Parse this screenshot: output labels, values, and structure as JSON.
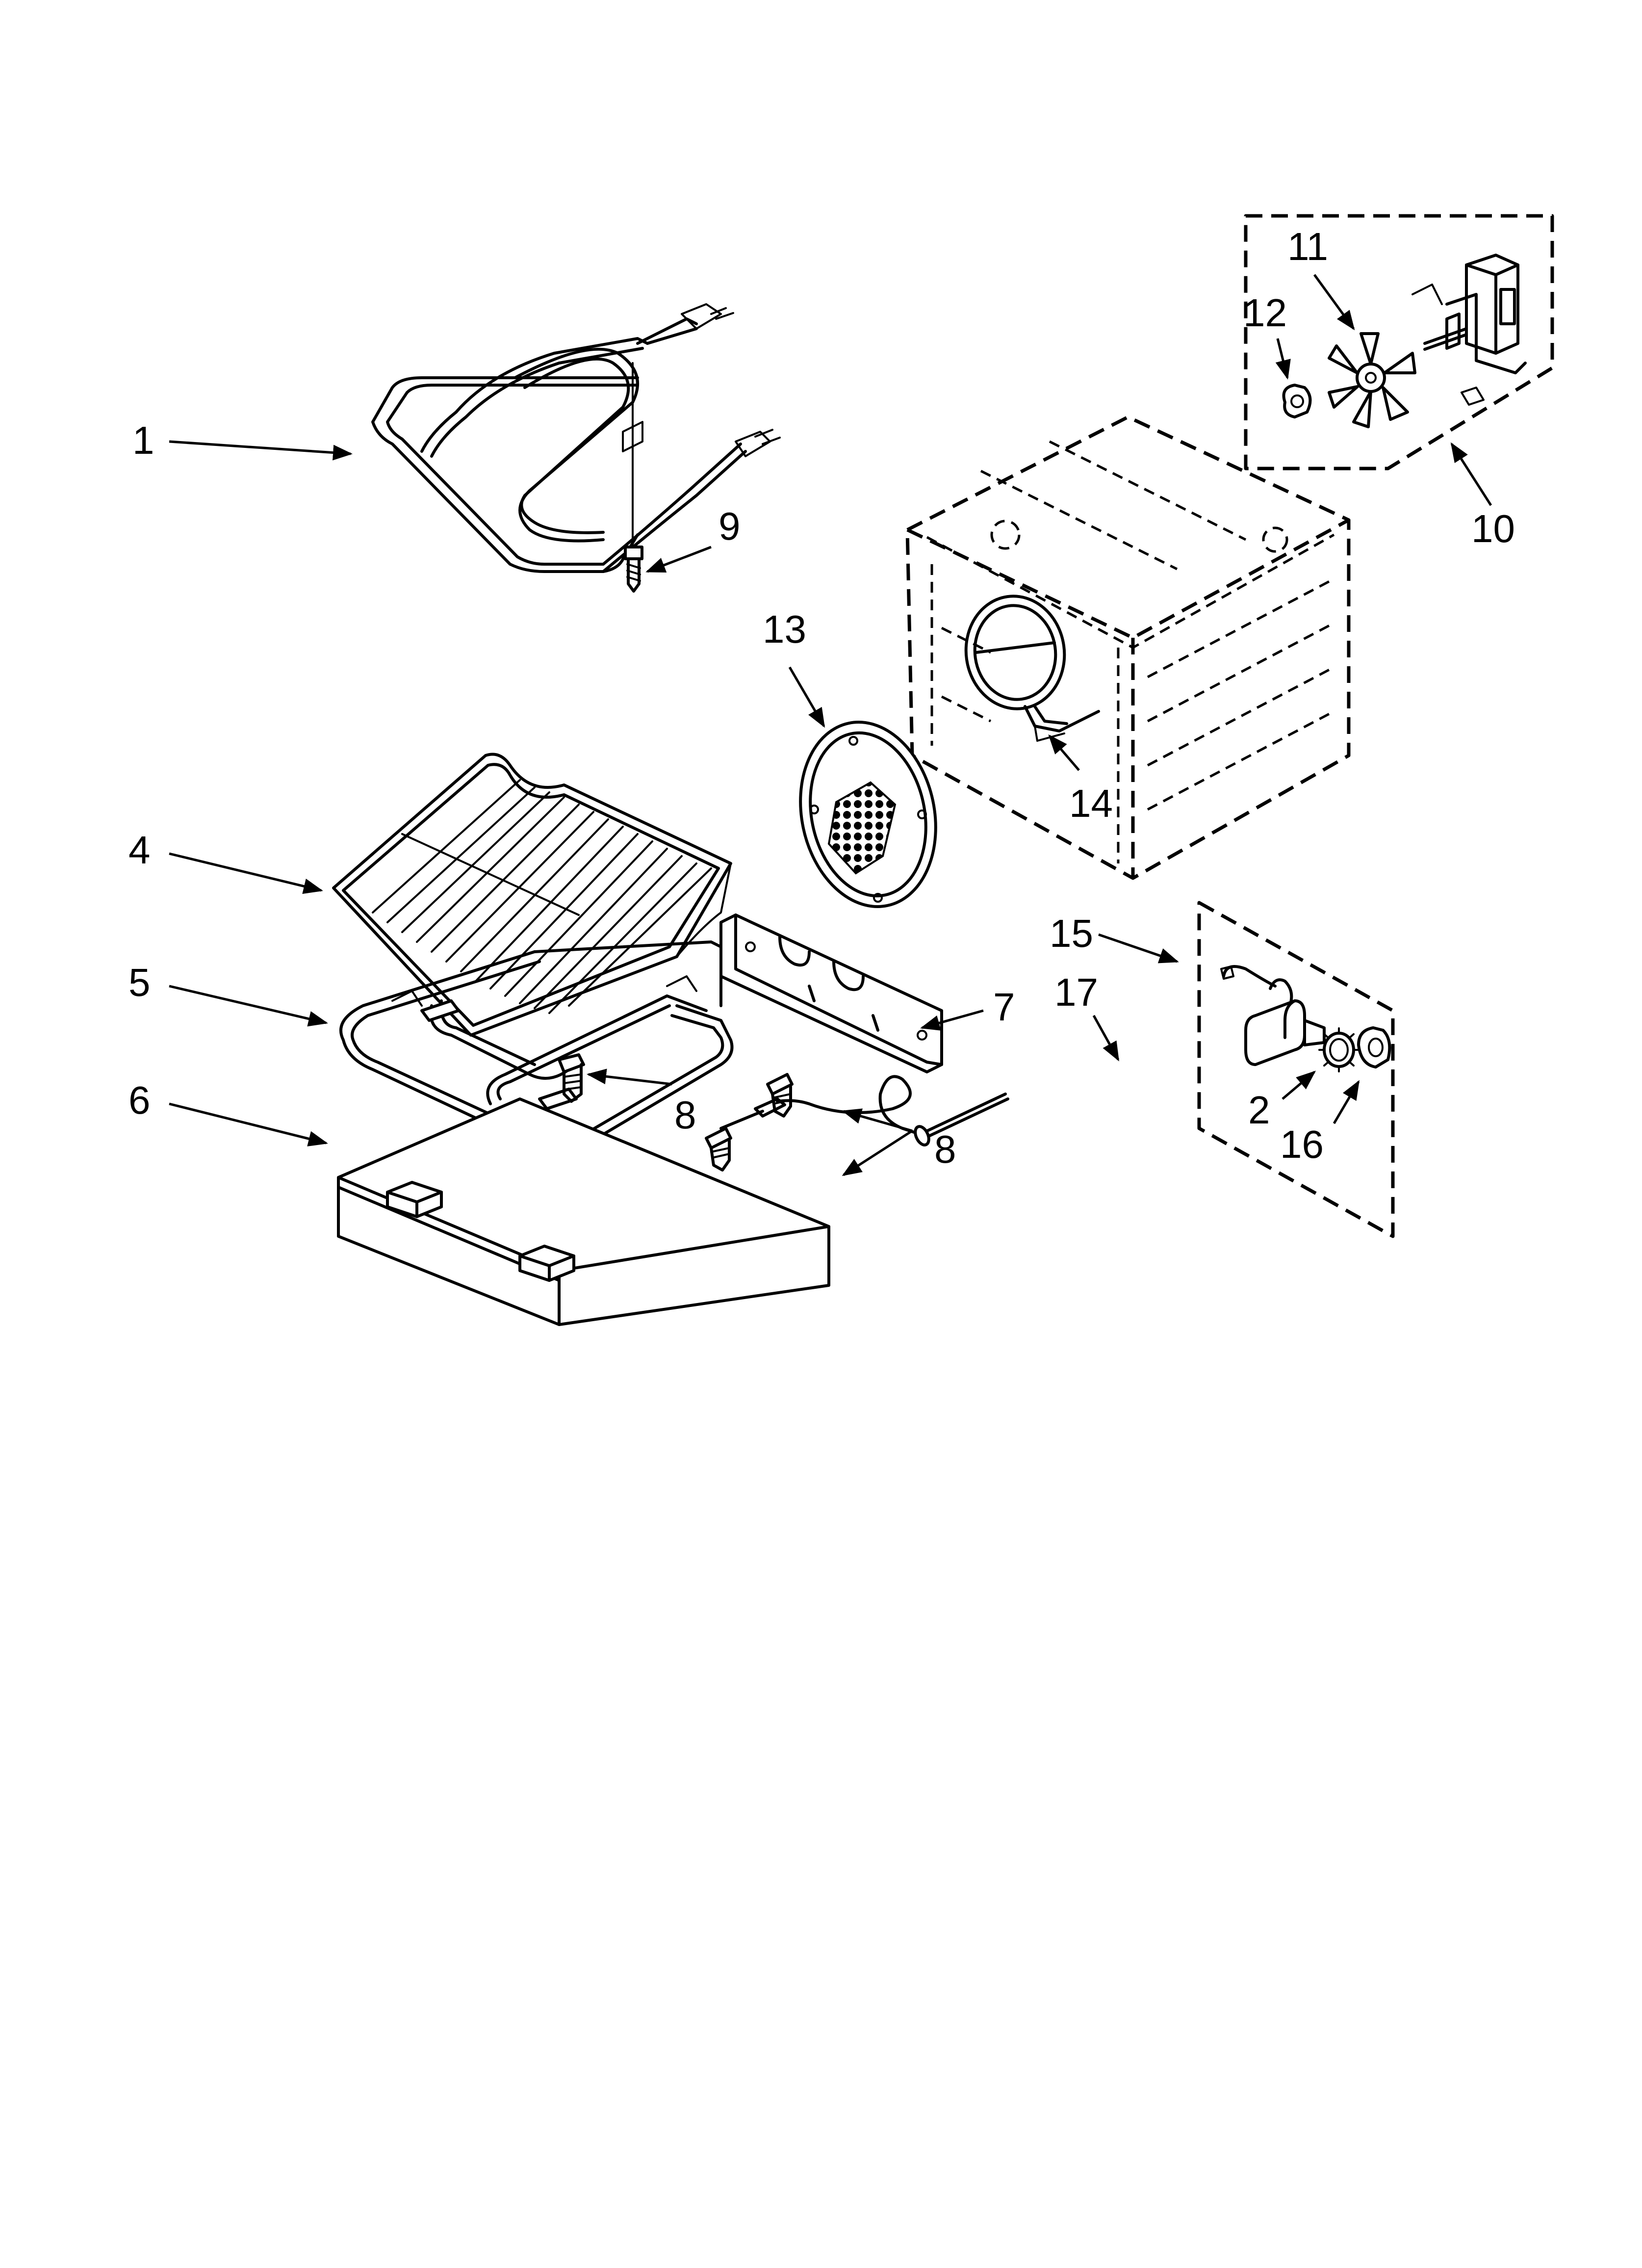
{
  "callouts": [
    {
      "id": "c1",
      "text": "1"
    },
    {
      "id": "c9",
      "text": "9"
    },
    {
      "id": "c13",
      "text": "13"
    },
    {
      "id": "c14",
      "text": "14"
    },
    {
      "id": "c11",
      "text": "11"
    },
    {
      "id": "c12",
      "text": "12"
    },
    {
      "id": "c10",
      "text": "10"
    },
    {
      "id": "c4",
      "text": "4"
    },
    {
      "id": "c5",
      "text": "5"
    },
    {
      "id": "c6",
      "text": "6"
    },
    {
      "id": "c7",
      "text": "7"
    },
    {
      "id": "c8a",
      "text": "8"
    },
    {
      "id": "c8b",
      "text": "8"
    },
    {
      "id": "c15",
      "text": "15"
    },
    {
      "id": "c17",
      "text": "17"
    },
    {
      "id": "c2",
      "text": "2"
    },
    {
      "id": "c16",
      "text": "16"
    }
  ]
}
